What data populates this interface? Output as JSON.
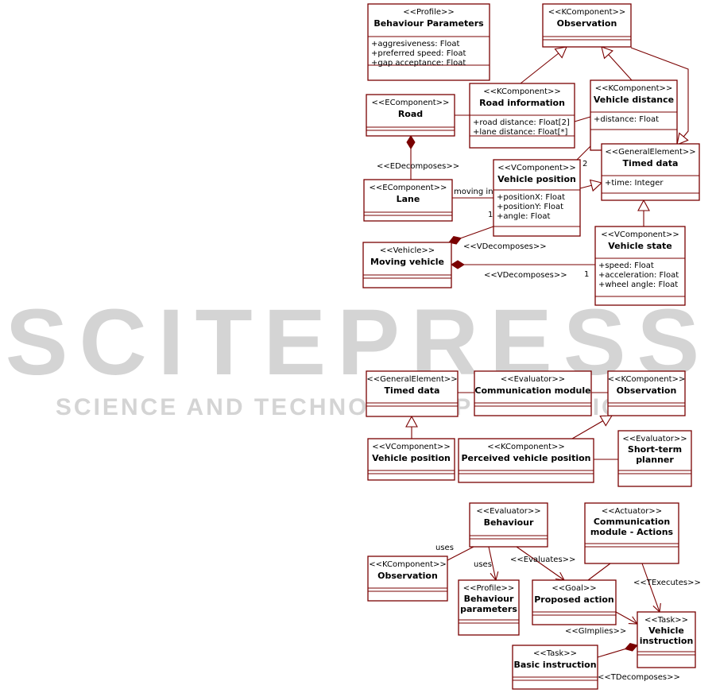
{
  "watermark": {
    "main": "SCITEPRESS",
    "sub": "SCIENCE AND TECHNOLOGY PUBLICATIONS"
  },
  "classes": [
    {
      "id": "bp",
      "stereotype": "<<Profile>>",
      "name": "Behaviour Parameters",
      "attributes": [
        "+aggresiveness: Float",
        "+preferred speed: Float",
        "+gap acceptance: Float"
      ]
    },
    {
      "id": "obs1",
      "stereotype": "<<KComponent>>",
      "name": "Observation",
      "attributes": []
    },
    {
      "id": "road",
      "stereotype": "<<EComponent>>",
      "name": "Road",
      "attributes": []
    },
    {
      "id": "roadinfo",
      "stereotype": "<<KComponent>>",
      "name": "Road information",
      "attributes": [
        "+road distance: Float[2]",
        "+lane distance: Float[*]"
      ]
    },
    {
      "id": "vdist",
      "stereotype": "<<KComponent>>",
      "name": "Vehicle distance",
      "attributes": [
        "+distance: Float"
      ]
    },
    {
      "id": "timed1",
      "stereotype": "<<GeneralElement>>",
      "name": "Timed data",
      "attributes": [
        "+time: Integer"
      ]
    },
    {
      "id": "lane",
      "stereotype": "<<EComponent>>",
      "name": "Lane",
      "attributes": []
    },
    {
      "id": "vpos1",
      "stereotype": "<<VComponent>>",
      "name": "Vehicle position",
      "attributes": [
        "+positionX: Float",
        "+positionY: Float",
        "+angle: Float"
      ]
    },
    {
      "id": "moving",
      "stereotype": "<<Vehicle>>",
      "name": "Moving vehicle",
      "attributes": []
    },
    {
      "id": "vstate",
      "stereotype": "<<VComponent>>",
      "name": "Vehicle state",
      "attributes": [
        "+speed: Float",
        "+acceleration: Float",
        "+wheel angle: Float"
      ]
    },
    {
      "id": "timed2",
      "stereotype": "<<GeneralElement>>",
      "name": "Timed data",
      "attributes": []
    },
    {
      "id": "comm",
      "stereotype": "<<Evaluator>>",
      "name": "Communication module",
      "attributes": []
    },
    {
      "id": "obs2",
      "stereotype": "<<KComponent>>",
      "name": "Observation",
      "attributes": []
    },
    {
      "id": "vpos2",
      "stereotype": "<<VComponent>>",
      "name": "Vehicle position",
      "attributes": []
    },
    {
      "id": "pvp",
      "stereotype": "<<KComponent>>",
      "name": "Perceived vehicle position",
      "attributes": []
    },
    {
      "id": "stp",
      "stereotype": "<<Evaluator>>",
      "name": "Short-term planner",
      "attributes": []
    },
    {
      "id": "beh",
      "stereotype": "<<Evaluator>>",
      "name": "Behaviour",
      "attributes": []
    },
    {
      "id": "cma",
      "stereotype": "<<Actuator>>",
      "name": "Communication module - Actions",
      "attributes": []
    },
    {
      "id": "obs3",
      "stereotype": "<<KComponent>>",
      "name": "Observation",
      "attributes": []
    },
    {
      "id": "bparams",
      "stereotype": "<<Profile>>",
      "name": "Behaviour parameters",
      "attributes": []
    },
    {
      "id": "propact",
      "stereotype": "<<Goal>>",
      "name": "Proposed action",
      "attributes": []
    },
    {
      "id": "vinst",
      "stereotype": "<<Task>>",
      "name": "Vehicle instruction",
      "attributes": []
    },
    {
      "id": "binst",
      "stereotype": "<<Task>>",
      "name": "Basic instruction",
      "attributes": []
    }
  ],
  "labels": [
    {
      "id": "l_edec",
      "text": "<<EDecomposes>>"
    },
    {
      "id": "l_movin",
      "text": "moving in"
    },
    {
      "id": "l_2",
      "text": "2"
    },
    {
      "id": "l_1a",
      "text": "1"
    },
    {
      "id": "l_vdec1",
      "text": "<<VDecomposes>>"
    },
    {
      "id": "l_vdec2",
      "text": "<<VDecomposes>>"
    },
    {
      "id": "l_1b",
      "text": "1"
    },
    {
      "id": "l_uses1",
      "text": "uses"
    },
    {
      "id": "l_uses2",
      "text": "uses"
    },
    {
      "id": "l_eval",
      "text": "<<Evaluates>>"
    },
    {
      "id": "l_texec",
      "text": "<<TExecutes>>"
    },
    {
      "id": "l_gimp",
      "text": "<<GImplies>>"
    },
    {
      "id": "l_tdec",
      "text": "<<TDecomposes>>"
    }
  ]
}
